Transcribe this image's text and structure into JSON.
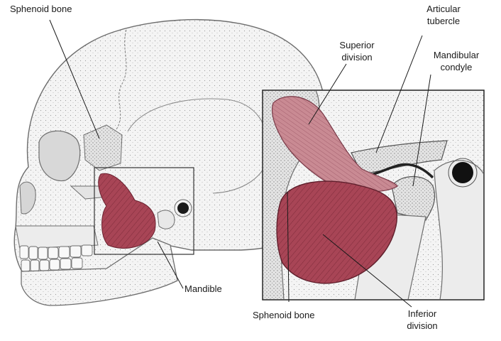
{
  "labels": {
    "sphenoid_top": "Sphenoid bone",
    "articular_1": "Articular",
    "articular_2": "tubercle",
    "superior_1": "Superior",
    "superior_2": "division",
    "mandibular_1": "Mandibular",
    "mandibular_2": "condyle",
    "mandible": "Mandible",
    "sphenoid_bottom": "Sphenoid bone",
    "inferior_1": "Inferior",
    "inferior_2": "division"
  },
  "colors": {
    "muscle": "#b0485a",
    "muscle_light": "#c98a93",
    "muscle_dark": "#7e2b3a",
    "bone_line": "#6d6d6d",
    "frame": "#333333"
  }
}
